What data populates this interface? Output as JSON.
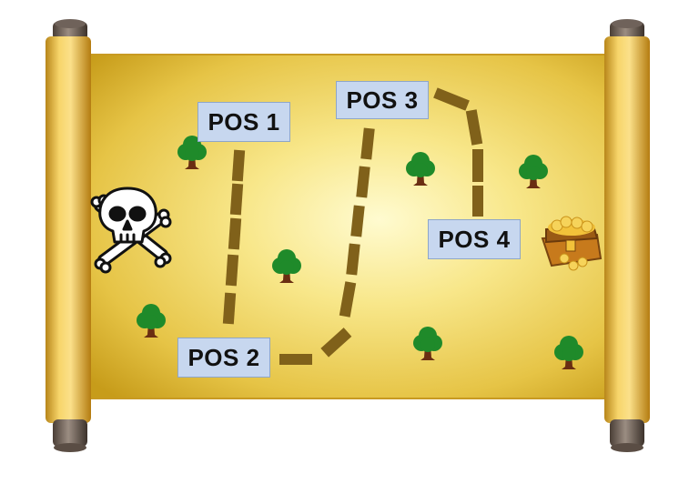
{
  "map": {
    "positions": [
      {
        "id": "pos-1",
        "label": "POS 1"
      },
      {
        "id": "pos-2",
        "label": "POS 2"
      },
      {
        "id": "pos-3",
        "label": "POS 3"
      },
      {
        "id": "pos-4",
        "label": "POS 4"
      }
    ],
    "icons": {
      "start": "skull-crossbones-icon",
      "goal": "treasure-chest-icon",
      "scenery": "tree-icon"
    },
    "colors": {
      "parchment_light": "#fdf1a8",
      "parchment_dark": "#c9a21e",
      "roller": "#e8b73a",
      "path": "#80611a",
      "tree_leaf": "#1f8a2a",
      "tree_trunk": "#6a2e12",
      "label_bg": "#c7d7ef"
    }
  }
}
